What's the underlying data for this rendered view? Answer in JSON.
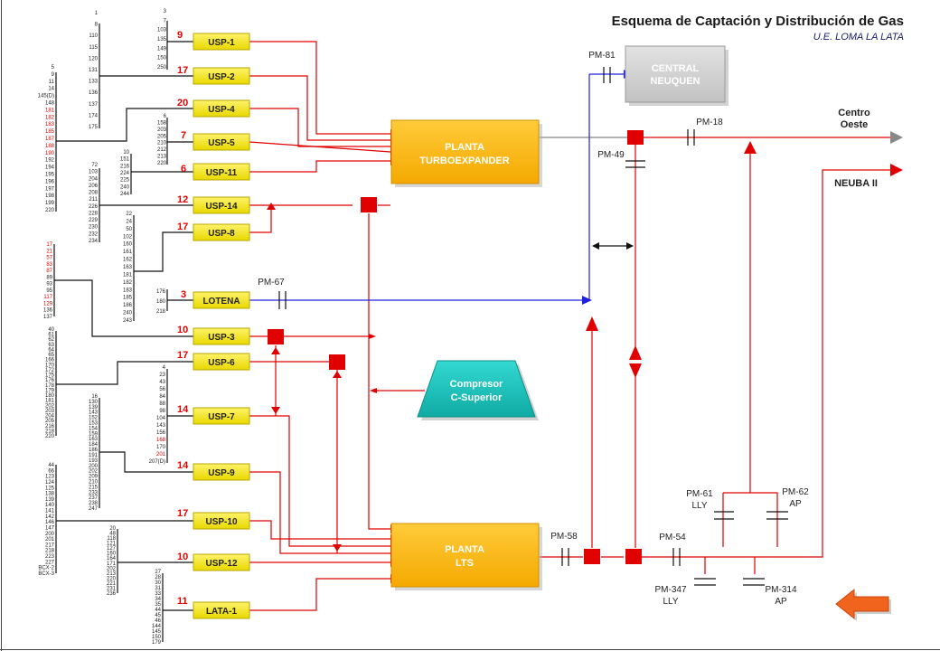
{
  "title": "Esquema de Captación y Distribución de Gas",
  "subtitle": "U.E. LOMA LA LATA",
  "usp_boxes": [
    {
      "id": "usp1",
      "label": "USP-1",
      "count": "9"
    },
    {
      "id": "usp2",
      "label": "USP-2",
      "count": "17"
    },
    {
      "id": "usp4",
      "label": "USP-4",
      "count": "20"
    },
    {
      "id": "usp5",
      "label": "USP-5",
      "count": "7"
    },
    {
      "id": "usp11",
      "label": "USP-11",
      "count": "6"
    },
    {
      "id": "usp14",
      "label": "USP-14",
      "count": "12"
    },
    {
      "id": "usp8",
      "label": "USP-8",
      "count": "17"
    },
    {
      "id": "lotena",
      "label": "LOTENA",
      "count": "3"
    },
    {
      "id": "usp3",
      "label": "USP-3",
      "count": "10"
    },
    {
      "id": "usp6",
      "label": "USP-6",
      "count": "17"
    },
    {
      "id": "usp7",
      "label": "USP-7",
      "count": "14"
    },
    {
      "id": "usp9",
      "label": "USP-9",
      "count": "14"
    },
    {
      "id": "usp10",
      "label": "USP-10",
      "count": "17"
    },
    {
      "id": "usp12",
      "label": "USP-12",
      "count": "10"
    },
    {
      "id": "lata1",
      "label": "LATA-1",
      "count": "11"
    }
  ],
  "plants": {
    "turbo": {
      "line1": "PLANTA",
      "line2": "TURBOEXPANDER"
    },
    "lts": {
      "line1": "PLANTA",
      "line2": "LTS"
    }
  },
  "central": {
    "line1": "CENTRAL",
    "line2": "NEUQUEN"
  },
  "compressor": {
    "line1": "Compresor",
    "line2": "C-Superior"
  },
  "destinations": {
    "centro": {
      "line1": "Centro",
      "line2": "Oeste"
    },
    "neuba": "NEUBA II"
  },
  "meters": [
    {
      "id": "pm81",
      "label": "PM-81"
    },
    {
      "id": "pm18",
      "label": "PM-18"
    },
    {
      "id": "pm49",
      "label": "PM-49"
    },
    {
      "id": "pm67",
      "label": "PM-67"
    },
    {
      "id": "pm58",
      "label": "PM-58"
    },
    {
      "id": "pm54",
      "label": "PM-54"
    },
    {
      "id": "pm61",
      "label": "PM-61",
      "sub": "LLY"
    },
    {
      "id": "pm62",
      "label": "PM-62",
      "sub": "AP"
    },
    {
      "id": "pm347",
      "label": "PM-347",
      "sub": "LLY"
    },
    {
      "id": "pm314",
      "label": "PM-314",
      "sub": "AP"
    }
  ],
  "well_lists": [
    {
      "id": "w1",
      "items": [
        "3",
        "7",
        "103",
        "135",
        "149",
        "150",
        "250"
      ]
    },
    {
      "id": "w2",
      "items": [
        "1",
        "8",
        "110",
        "115",
        "120",
        "131",
        "133",
        "136",
        "137",
        "174",
        "175"
      ]
    },
    {
      "id": "w3",
      "items": [
        "5",
        "9",
        "11",
        "14",
        "145(D)",
        "148",
        "181",
        "182",
        "183",
        "185",
        "187",
        "188",
        "190",
        "192",
        "194",
        "195",
        "196",
        "197",
        "198",
        "199",
        "220"
      ]
    },
    {
      "id": "w4",
      "items": [
        "6",
        "158",
        "203",
        "205",
        "210",
        "212",
        "213",
        "220"
      ]
    },
    {
      "id": "w5",
      "items": [
        "10",
        "151",
        "216",
        "224",
        "225",
        "240",
        "244"
      ]
    },
    {
      "id": "w6",
      "items": [
        "72",
        "103",
        "204",
        "206",
        "208",
        "211",
        "226",
        "228",
        "229",
        "230",
        "232",
        "234"
      ]
    },
    {
      "id": "w7",
      "items": [
        "22",
        "24",
        "50",
        "102",
        "160",
        "161",
        "162",
        "163",
        "181",
        "182",
        "183",
        "185",
        "186",
        "240",
        "243"
      ]
    },
    {
      "id": "w8",
      "items": [
        "17",
        "21",
        "57",
        "83",
        "87",
        "89",
        "93",
        "95",
        "117",
        "129",
        "136",
        "137"
      ]
    },
    {
      "id": "w9",
      "items": [
        "176",
        "180",
        "218"
      ]
    },
    {
      "id": "w10",
      "items": [
        "40",
        "61",
        "62",
        "63",
        "64",
        "65",
        "166",
        "170",
        "172",
        "175",
        "176",
        "178",
        "179",
        "180",
        "181",
        "202",
        "203",
        "204",
        "205",
        "216",
        "218",
        "220"
      ]
    },
    {
      "id": "w11",
      "items": [
        "4",
        "23",
        "43",
        "56",
        "84",
        "88",
        "98",
        "104",
        "143",
        "156",
        "168",
        "170",
        "201",
        "207(D)"
      ]
    },
    {
      "id": "w12",
      "items": [
        "16",
        "130",
        "139",
        "143",
        "152",
        "153",
        "154",
        "159",
        "163",
        "184",
        "186",
        "191",
        "193",
        "200",
        "202",
        "209",
        "210",
        "215",
        "233",
        "237",
        "238",
        "247"
      ]
    },
    {
      "id": "w13",
      "items": [
        "44",
        "66",
        "123",
        "124",
        "125",
        "138",
        "139",
        "140",
        "141",
        "142",
        "146",
        "147",
        "200",
        "201",
        "217",
        "218",
        "223",
        "227",
        "BCX-2",
        "BCX-3"
      ]
    },
    {
      "id": "w14",
      "items": [
        "20",
        "48",
        "118",
        "121",
        "127",
        "160",
        "164",
        "171",
        "202",
        "213",
        "220",
        "221",
        "231",
        "236"
      ]
    },
    {
      "id": "w15",
      "items": [
        "27",
        "28",
        "30",
        "31",
        "33",
        "34",
        "35",
        "44",
        "45",
        "46",
        "144",
        "145",
        "150",
        "179"
      ]
    }
  ]
}
